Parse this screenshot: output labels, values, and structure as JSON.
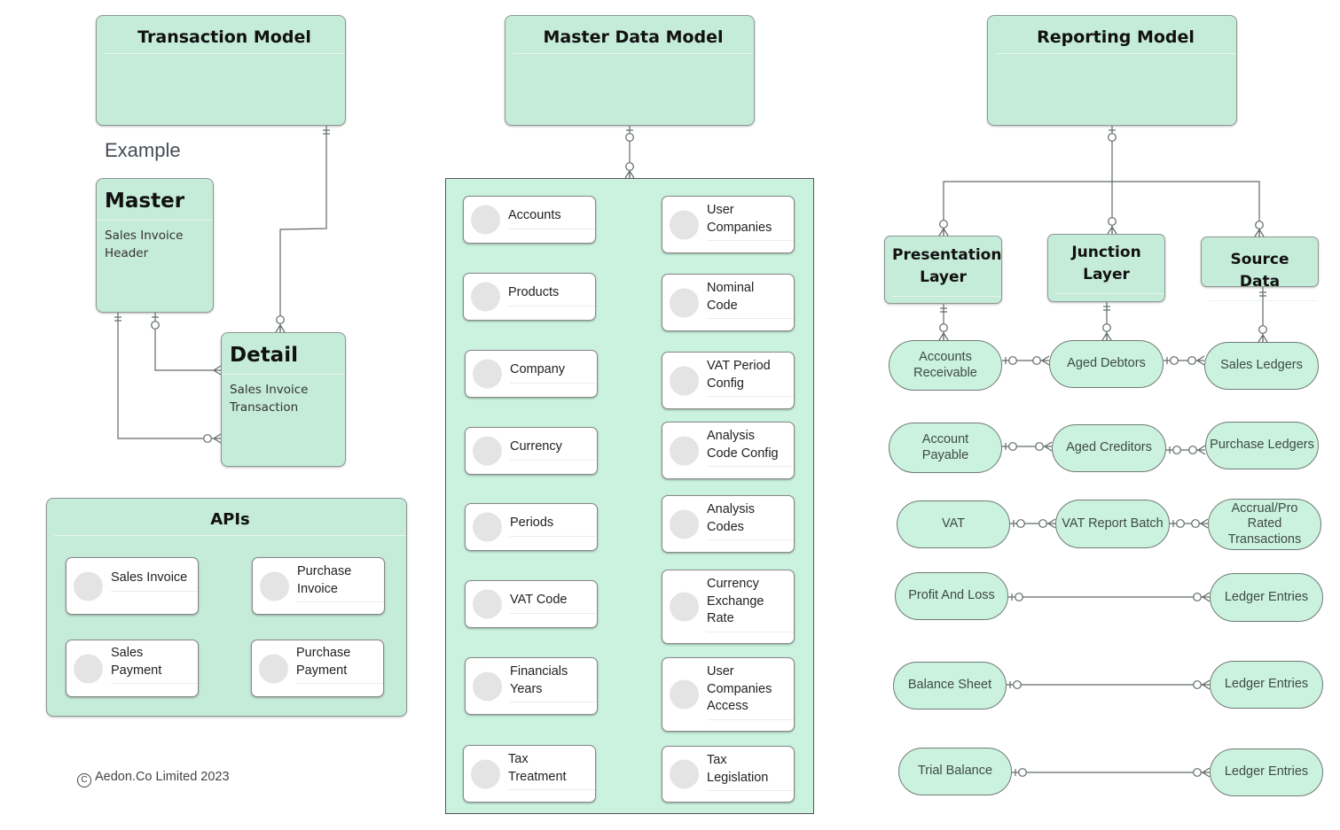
{
  "transaction_model": {
    "title": "Transaction  Model",
    "example_label": "Example",
    "master": {
      "title": "Master",
      "description": "Sales Invoice\nHeader"
    },
    "detail": {
      "title": "Detail",
      "description": "Sales Invoice\nTransaction"
    }
  },
  "apis": {
    "title": "APIs",
    "items": [
      {
        "label": "Sales Invoice"
      },
      {
        "label": "Purchase\nInvoice"
      },
      {
        "label": "Sales\nPayment"
      },
      {
        "label": "Purchase\nPayment"
      }
    ]
  },
  "copyright": {
    "icon": "copyright-icon",
    "text": "Aedon.Co Limited 2023"
  },
  "master_data_model": {
    "title": "Master Data Model",
    "left_items": [
      {
        "label": "Accounts"
      },
      {
        "label": "Products"
      },
      {
        "label": "Company"
      },
      {
        "label": "Currency"
      },
      {
        "label": "Periods"
      },
      {
        "label": "VAT Code"
      },
      {
        "label": "Financials\nYears"
      },
      {
        "label": "Tax\nTreatment"
      }
    ],
    "right_items": [
      {
        "label": "User\nCompanies"
      },
      {
        "label": "Nominal\nCode"
      },
      {
        "label": "VAT Period\nConfig"
      },
      {
        "label": "Analysis\nCode Config"
      },
      {
        "label": "Analysis\nCodes"
      },
      {
        "label": "Currency\nExchange\nRate"
      },
      {
        "label": "User\nCompanies\nAccess"
      },
      {
        "label": "Tax\nLegislation"
      }
    ]
  },
  "reporting_model": {
    "title": "Reporting Model",
    "layers": [
      {
        "label": "Presentation\nLayer"
      },
      {
        "label": "Junction\nLayer"
      },
      {
        "label": "Source  Data"
      }
    ],
    "rows": [
      {
        "presentation": "Accounts\nReceivable",
        "junction": "Aged Debtors",
        "source": "Sales Ledgers"
      },
      {
        "presentation": "Account\nPayable",
        "junction": "Aged Creditors",
        "source": "Purchase Ledgers"
      },
      {
        "presentation": "VAT",
        "junction": "VAT Report Batch",
        "source": "Accrual/Pro\nRated\nTransactions"
      },
      {
        "presentation": "Profit And Loss",
        "junction": "",
        "source": "Ledger Entries"
      },
      {
        "presentation": "Balance Sheet",
        "junction": "",
        "source": "Ledger Entries"
      },
      {
        "presentation": "Trial Balance",
        "junction": "",
        "source": "Ledger Entries"
      }
    ]
  },
  "colors": {
    "entity_fill": "#c5ebd9",
    "container_fill": "#cbf2df",
    "card_fill": "#ffffff",
    "avatar_fill": "#e4e4e4",
    "line": "#5f6a66"
  }
}
